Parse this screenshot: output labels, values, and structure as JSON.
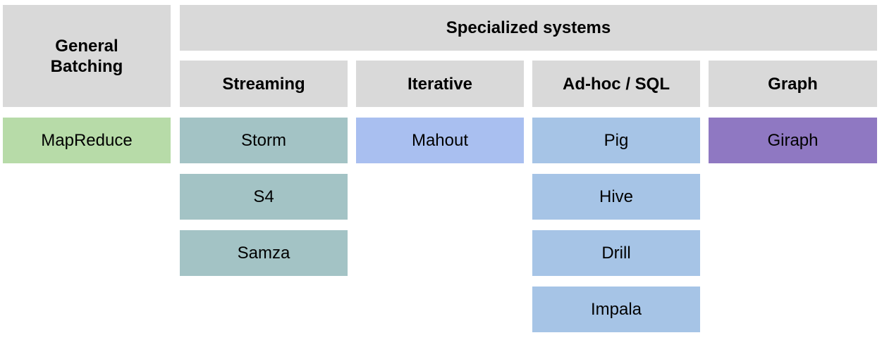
{
  "colors": {
    "header": "#d9d9d9",
    "general": "#b7dba8",
    "streaming": "#a3c3c5",
    "iterative": "#a9bff0",
    "adhoc": "#a6c4e6",
    "graph": "#8f78c2"
  },
  "general": {
    "header": "General\nBatching",
    "items": [
      "MapReduce"
    ]
  },
  "specialized": {
    "header": "Specialized systems",
    "columns": [
      {
        "header": "Streaming",
        "items": [
          "Storm",
          "S4",
          "Samza"
        ]
      },
      {
        "header": "Iterative",
        "items": [
          "Mahout"
        ]
      },
      {
        "header": "Ad-hoc / SQL",
        "items": [
          "Pig",
          "Hive",
          "Drill",
          "Impala"
        ]
      },
      {
        "header": "Graph",
        "items": [
          "Giraph"
        ]
      }
    ]
  }
}
